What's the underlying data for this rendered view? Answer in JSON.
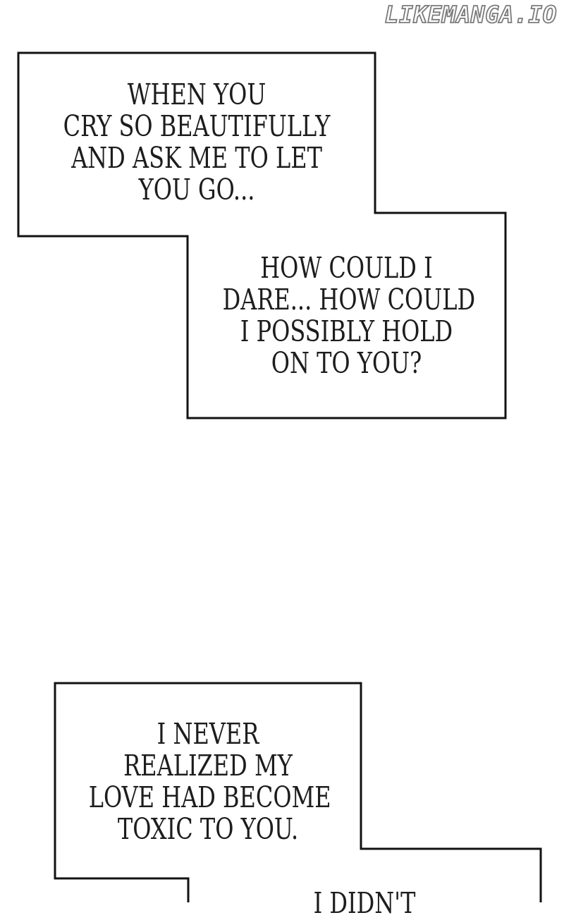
{
  "page": {
    "background_color": "#ffffff",
    "outline_color": "#121212",
    "text_color": "#1d1d1d"
  },
  "watermark": {
    "text": "LIKEMANGA.IO",
    "outline_color": "#7b7b7b",
    "fill_color": "#ffffff"
  },
  "bubbles": [
    {
      "name": "speech-bubble-1",
      "lines": [
        "WHEN YOU",
        "CRY SO BEAUTIFULLY",
        "AND ASK ME TO LET",
        "YOU GO..."
      ]
    },
    {
      "name": "speech-bubble-2",
      "lines": [
        "HOW COULD I",
        "DARE... HOW COULD",
        "I POSSIBLY HOLD",
        "ON TO YOU?"
      ]
    },
    {
      "name": "speech-bubble-3",
      "lines": [
        "I NEVER",
        "REALIZED MY",
        "LOVE HAD BECOME",
        "TOXIC TO YOU."
      ]
    },
    {
      "name": "speech-bubble-4",
      "lines": [
        "I DIDN'T"
      ]
    }
  ]
}
